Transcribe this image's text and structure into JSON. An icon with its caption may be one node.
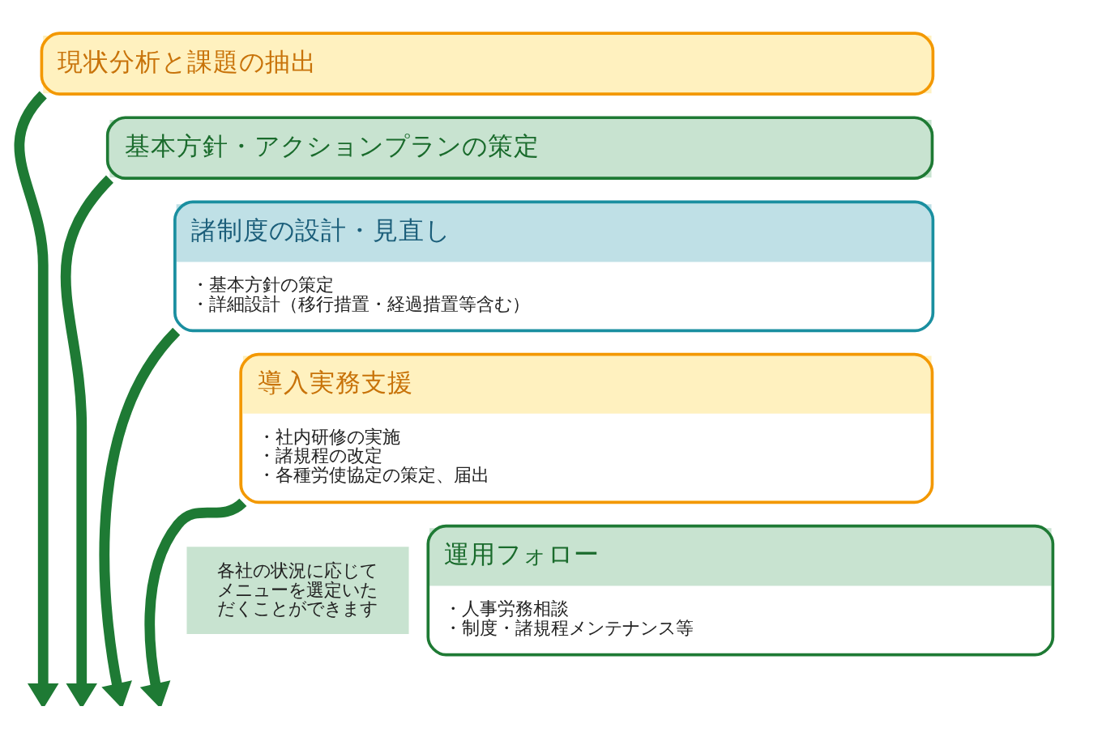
{
  "diagram": {
    "nodes": [
      {
        "text": [
          "現状分析と課題の抽出"
        ]
      },
      {
        "text": [
          "基本方針・アクションプランの策定"
        ]
      },
      {
        "text": [
          "諸制度の設計・見直し",
          "・基本方針の策定",
          "・詳細設計（移行措置・経過措置等含む）"
        ]
      },
      {
        "text": [
          "導入実務支援",
          "・社内研修の実施",
          "・諸規程の改定",
          "・各種労使協定の策定、届出"
        ]
      },
      {
        "text": [
          "運用フォロー",
          "・人事労務相談",
          "・制度・諸規程メンテナンス等"
        ]
      },
      {
        "text": [
          "各社の状況に応じてメニューを選定いただくことができます"
        ]
      }
    ],
    "edges": [
      {
        "from": 0,
        "to": null,
        "arrow": "to"
      },
      {
        "from": 1,
        "to": null,
        "arrow": "to"
      },
      {
        "from": 2,
        "to": null,
        "arrow": "to"
      },
      {
        "from": 3,
        "to": null,
        "arrow": "to"
      }
    ]
  }
}
